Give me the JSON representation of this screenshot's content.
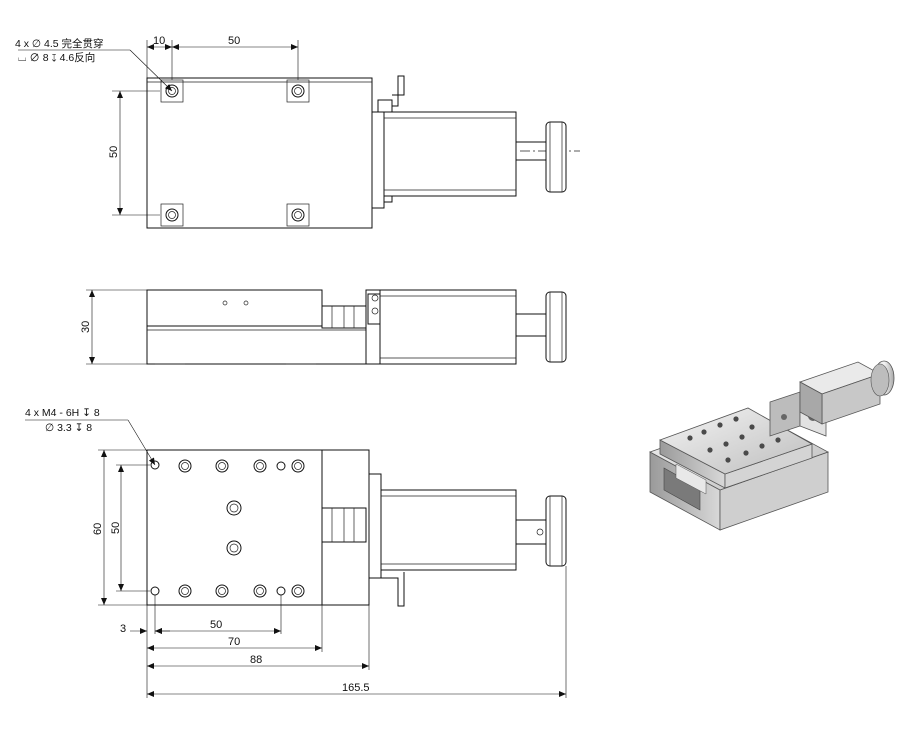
{
  "top_view": {
    "hole_note_line1": "4 x ∅ 4.5 完全贯穿",
    "hole_note_line2": "⌴ ∅ 8 ↧ 4.6反向",
    "dim_top_small": "10",
    "dim_top_large": "50",
    "dim_left": "50"
  },
  "side_view": {
    "dim_height": "30"
  },
  "bottom_view": {
    "thread_note_line1": "4 x  M4 - 6H ↧ 8",
    "thread_note_line2": "∅ 3.3 ↧ 8",
    "dim_outer_height": "60",
    "dim_inner_height": "50",
    "dim_3": "3",
    "dim_50": "50",
    "dim_70": "70",
    "dim_88": "88",
    "dim_total": "165.5"
  },
  "iso_view": {
    "label": ""
  }
}
